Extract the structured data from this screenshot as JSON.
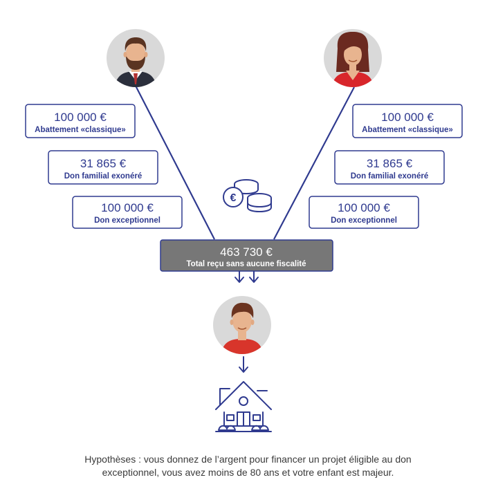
{
  "colors": {
    "accent": "#2f3a8f",
    "total_box": "#777777",
    "avatar_bg": "#d9d9d9"
  },
  "parents": {
    "left": {
      "avatar": "man-avatar-icon",
      "boxes": [
        {
          "amount": "100 000 €",
          "label": "Abattement «classique»"
        },
        {
          "amount": "31 865 €",
          "label": "Don familial exonéré"
        },
        {
          "amount": "100 000 €",
          "label": "Don exceptionnel"
        }
      ]
    },
    "right": {
      "avatar": "woman-avatar-icon",
      "boxes": [
        {
          "amount": "100 000 €",
          "label": "Abattement «classique»"
        },
        {
          "amount": "31 865 €",
          "label": "Don familial exonéré"
        },
        {
          "amount": "100 000 €",
          "label": "Don exceptionnel"
        }
      ]
    }
  },
  "icons": {
    "coins": "euro-coins-icon",
    "child": "young-man-avatar-icon",
    "house": "house-icon"
  },
  "total": {
    "amount": "463 730 €",
    "label": "Total reçu sans aucune fiscalité"
  },
  "caption": {
    "line1": "Hypothèses : vous donnez de l’argent pour financer un projet éligible au don",
    "line2": "exceptionnel, vous avez moins de 80 ans et votre enfant est majeur."
  }
}
